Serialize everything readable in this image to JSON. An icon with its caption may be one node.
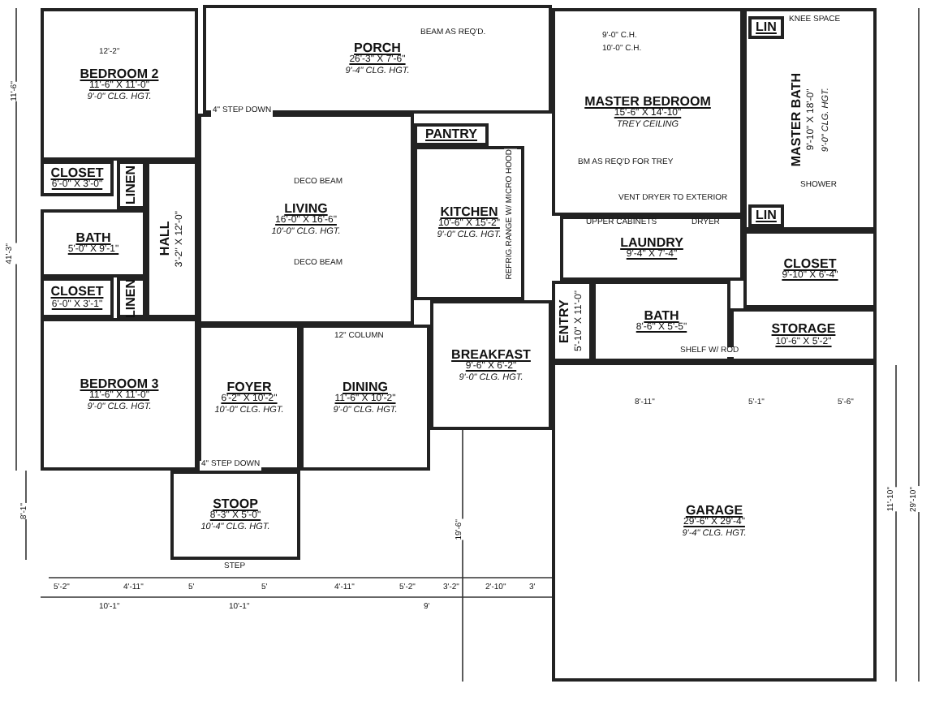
{
  "diagram": {
    "nodes": [
      {
        "text": [
          "PORCH",
          "26'-3\" X 7'-6\"",
          "9'-4\" CLG. HGT."
        ]
      },
      {
        "text": [
          "BEDROOM 2",
          "11'-6\" X 11'-0\"",
          "9'-0\" CLG. HGT."
        ]
      },
      {
        "text": [
          "CLOSET",
          "6'-0\" X 3'-0\""
        ]
      },
      {
        "text": [
          "LINEN"
        ]
      },
      {
        "text": [
          "BATH",
          "5'-0\" X 9'-1\""
        ]
      },
      {
        "text": [
          "HALL",
          "3'-2\" X 12'-0\""
        ]
      },
      {
        "text": [
          "CLOSET",
          "6'-0\" X 3'-1\""
        ]
      },
      {
        "text": [
          "LINEN"
        ]
      },
      {
        "text": [
          "BEDROOM 3",
          "11'-6\" X 11'-0\"",
          "9'-0\" CLG. HGT."
        ]
      },
      {
        "text": [
          "LIVING",
          "16'-0\" X 16'-6\"",
          "10'-0\" CLG. HGT."
        ]
      },
      {
        "text": [
          "FOYER",
          "6'-2\" X 10'-2\"",
          "10'-0\" CLG. HGT."
        ]
      },
      {
        "text": [
          "DINING",
          "11'-6\" X 10'-2\"",
          "9'-0\" CLG. HGT."
        ]
      },
      {
        "text": [
          "PANTRY"
        ]
      },
      {
        "text": [
          "KITCHEN",
          "10'-6\" X 15'-2\"",
          "9'-0\" CLG. HGT."
        ]
      },
      {
        "text": [
          "BREAKFAST",
          "9'-6\" X 6'-2\"",
          "9'-0\" CLG. HGT."
        ]
      },
      {
        "text": [
          "STOOP",
          "8'-3\" X 5'-0\"",
          "10'-4\" CLG. HGT."
        ],
        "beside": [
          "STEP"
        ]
      },
      {
        "text": [
          "MASTER BEDROOM",
          "15'-6\" X 14'-10\"",
          "TREY CEILING"
        ]
      },
      {
        "text": [
          "MASTER BATH",
          "9'-10\" X 18'-0\"",
          "9'-0\" CLG. HGT."
        ]
      },
      {
        "text": [
          "LIN"
        ],
        "in": 17
      },
      {
        "text": [
          "LIN"
        ],
        "in": 17
      },
      {
        "text": [
          "LAUNDRY",
          "9'-4\" X 7'-4\""
        ]
      },
      {
        "text": [
          "CLOSET",
          "9'-10\" X 6'-4\""
        ]
      },
      {
        "text": [
          "ENTRY",
          "5'-10\" X 11'-0\""
        ]
      },
      {
        "text": [
          "BATH",
          "8'-6\" X 5'-5\""
        ]
      },
      {
        "text": [
          "STORAGE",
          "10'-6\" X 5'-2\""
        ]
      },
      {
        "text": [
          "GARAGE",
          "29'-6\" X 29'-4\"",
          "9'-4\" CLG. HGT."
        ]
      }
    ],
    "edges": [],
    "labels": [
      "BEAM AS REQ'D.",
      "12'-2\"",
      "9'-0\" C.H.",
      "10'-0\" C.H.",
      "DECO BEAM",
      "DECO BEAM",
      "12\" COLUMN",
      "KNEE SPACE",
      "BM AS REQ'D FOR TREY",
      "VENT DRYER TO EXTERIOR",
      "UPPER CABINETS",
      "DRYER",
      "SHELF W/ ROD",
      "SHOWER",
      "RANGE W/ MICRO HOOD",
      "REFRIG.",
      "4\" STEP DOWN",
      "4\" STEP DOWN",
      "5'-2\"",
      "4'-11\"",
      "5'",
      "5'",
      "10'-1\"",
      "4'-11\"",
      "5'-2\"",
      "3'-2\"",
      "2'-10\"",
      "3'",
      "10'-1\"",
      "9'",
      "8'-11\"",
      "5'-1\"",
      "5'-6\"",
      "11'-10\"",
      "29'-10\"",
      "11'-6\"",
      "41'-3\"",
      "8'-1\"",
      "19'-6\""
    ]
  }
}
